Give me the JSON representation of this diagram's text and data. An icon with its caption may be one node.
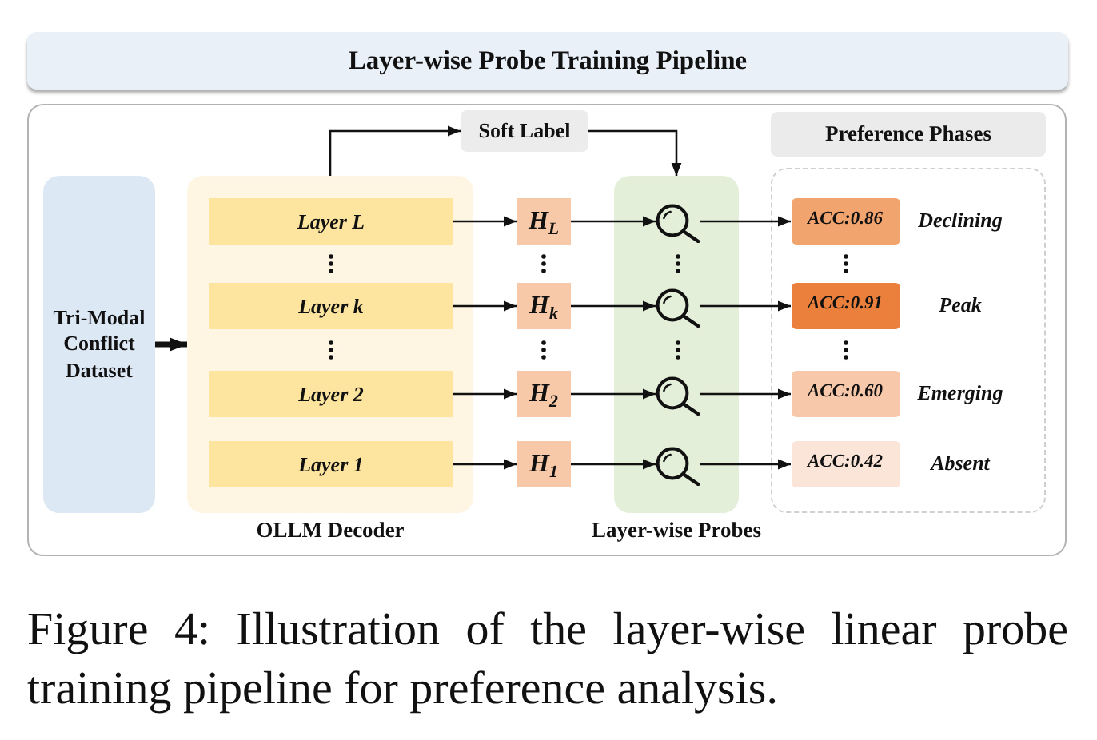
{
  "diagram": {
    "title": "Layer-wise Probe Training Pipeline",
    "caption": "Figure 4: Illustration of the layer-wise linear probe training pipeline for preference analysis.",
    "nodes": [
      {
        "text": [],
        "shape": "box"
      },
      {
        "text": [
          "Tri-Modal Conflict Dataset"
        ],
        "in": 0
      },
      {
        "text": [
          "OLLM Decoder"
        ],
        "in": 0
      },
      {
        "text": [
          "Layer L"
        ],
        "in": 2
      },
      {
        "text": [
          "Layer k"
        ],
        "in": 2
      },
      {
        "text": [
          "Layer 2"
        ],
        "in": 2
      },
      {
        "text": [
          "Layer 1"
        ],
        "in": 2
      },
      {
        "text": [
          "Soft Label"
        ],
        "in": 0
      },
      {
        "text": [
          "H$_{L}$"
        ],
        "in": 0
      },
      {
        "text": [
          "H$_{k}$"
        ],
        "in": 0
      },
      {
        "text": [
          "H$_{2}$"
        ],
        "in": 0
      },
      {
        "text": [
          "H$_{1}$"
        ],
        "in": 0
      },
      {
        "text": [
          "Layer-wise Probes"
        ],
        "in": 0
      },
      {
        "text": [],
        "shape": "picture",
        "in": 12
      },
      {
        "text": [],
        "shape": "picture",
        "in": 12
      },
      {
        "text": [],
        "shape": "picture",
        "in": 12
      },
      {
        "text": [],
        "shape": "picture",
        "in": 12
      },
      {
        "text": [
          "Preference Phases"
        ],
        "in": 0
      },
      {
        "text": [],
        "shape": "box",
        "in": 0
      },
      {
        "text": [
          "ACC:0.86"
        ],
        "in": 18,
        "beside": [
          "Declining"
        ]
      },
      {
        "text": [
          "ACC:0.91"
        ],
        "in": 18,
        "beside": [
          "Peak"
        ]
      },
      {
        "text": [
          "ACC:0.60"
        ],
        "in": 18,
        "beside": [
          "Emerging"
        ]
      },
      {
        "text": [
          "ACC:0.42"
        ],
        "in": 18,
        "beside": [
          "Absent"
        ]
      }
    ],
    "edges": [
      {
        "from": 1,
        "to": 2,
        "arrow": "to",
        "style": "thick"
      },
      {
        "from": 2,
        "to": 7,
        "arrow": "to"
      },
      {
        "from": 7,
        "to": 12,
        "arrow": "to"
      },
      {
        "from": 3,
        "to": 8,
        "arrow": "to"
      },
      {
        "from": 4,
        "to": 9,
        "arrow": "to"
      },
      {
        "from": 5,
        "to": 10,
        "arrow": "to"
      },
      {
        "from": 6,
        "to": 11,
        "arrow": "to"
      },
      {
        "from": 8,
        "to": 13,
        "arrow": "to"
      },
      {
        "from": 9,
        "to": 14,
        "arrow": "to"
      },
      {
        "from": 10,
        "to": 15,
        "arrow": "to"
      },
      {
        "from": 11,
        "to": 16,
        "arrow": "to"
      },
      {
        "from": 13,
        "to": 19,
        "arrow": "to"
      },
      {
        "from": 14,
        "to": 20,
        "arrow": "to"
      },
      {
        "from": 15,
        "to": 21,
        "arrow": "to"
      },
      {
        "from": 16,
        "to": 22,
        "arrow": "to"
      }
    ]
  }
}
